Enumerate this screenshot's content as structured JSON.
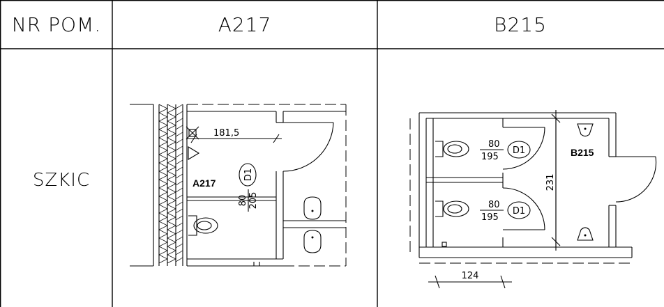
{
  "table": {
    "header": {
      "room_no_label": "NR POM.",
      "room_a": "A217",
      "room_b": "B215"
    },
    "row_label": "SZKIC"
  },
  "sketch_a": {
    "room_label": "A217",
    "dimension": "181,5",
    "door_tag": "D1",
    "door_width": "80",
    "door_height": "205"
  },
  "sketch_b": {
    "room_label": "B215",
    "door_tag_upper": "D1",
    "door_width_upper": "80",
    "door_height_upper": "195",
    "door_tag_lower": "D1",
    "door_width_lower": "80",
    "door_height_lower": "195",
    "dimension_vertical": "231",
    "dimension_bottom": "124"
  }
}
